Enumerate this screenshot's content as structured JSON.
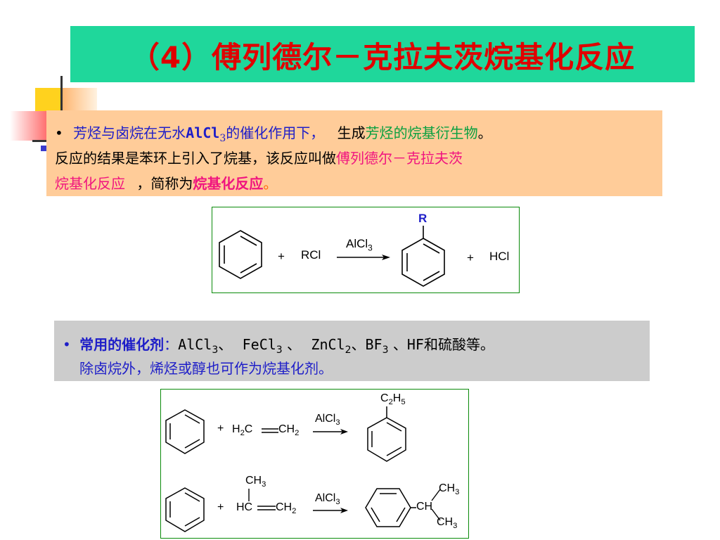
{
  "title": "（4）傅列德尔－克拉夫茨烷基化反应",
  "intro": {
    "bullet": "•",
    "p1": "芳烃与卤烷在",
    "p2": "无水",
    "p3": "AlCl",
    "p3_sub": "3",
    "p4": "的催化作用下，",
    "p5": "生成",
    "p6": "芳烃的烷基衍生物",
    "p7": "。",
    "l2a": "反应的结果是苯环上引入了烷基，该反应叫做",
    "l2b": "傅列德尔－克拉夫茨",
    "l3a": "烷基化反应",
    "l3b": "，简称为",
    "l3c": "烷基化反应",
    "l3d": "。"
  },
  "reaction1": {
    "plus1": "+",
    "reagent": "RCl",
    "catalyst": "AlCl",
    "catalyst_sub": "3",
    "substituent": "R",
    "plus2": "+",
    "byproduct": "HCl"
  },
  "catalysts": {
    "bullet": "•",
    "label": "常用的催化剂",
    "colon": "：",
    "c1": "AlCl",
    "c1_sub": "3",
    "sep1": "、 ",
    "c2": "FeCl",
    "c2_sub": "3",
    "sep2": " 、 ",
    "c3": "ZnCl",
    "c3_sub": "2",
    "sep3": "、",
    "c4": "BF",
    "c4_sub": "3",
    "sep4": " 、",
    "rest": "HF和硫酸等。",
    "line2": "除卤烷外，烯烃或醇也可作为烷基化剂。"
  },
  "reaction2": {
    "plus": "+",
    "h2c": "H",
    "h2c_sub": "2",
    "h2c_c": "C",
    "ch2": "CH",
    "ch2_sub": "2",
    "catalyst": "AlCl",
    "catalyst_sub": "3",
    "product": "C",
    "product_sub1": "2",
    "product_h": "H",
    "product_sub2": "5"
  },
  "reaction3": {
    "plus": "+",
    "ch3_top": "CH",
    "ch3_top_sub": "3",
    "hc": "HC",
    "ch2": "CH",
    "ch2_sub": "2",
    "catalyst": "AlCl",
    "catalyst_sub": "3",
    "ch": "CH",
    "ch3_a": "CH",
    "ch3_a_sub": "3",
    "ch3_b": "CH",
    "ch3_b_sub": "3"
  },
  "colors": {
    "title_bg": "#1fd79b",
    "title_text": "#e00000",
    "box1_bg": "#ffcc99",
    "box2_bg": "#cccccc"
  }
}
